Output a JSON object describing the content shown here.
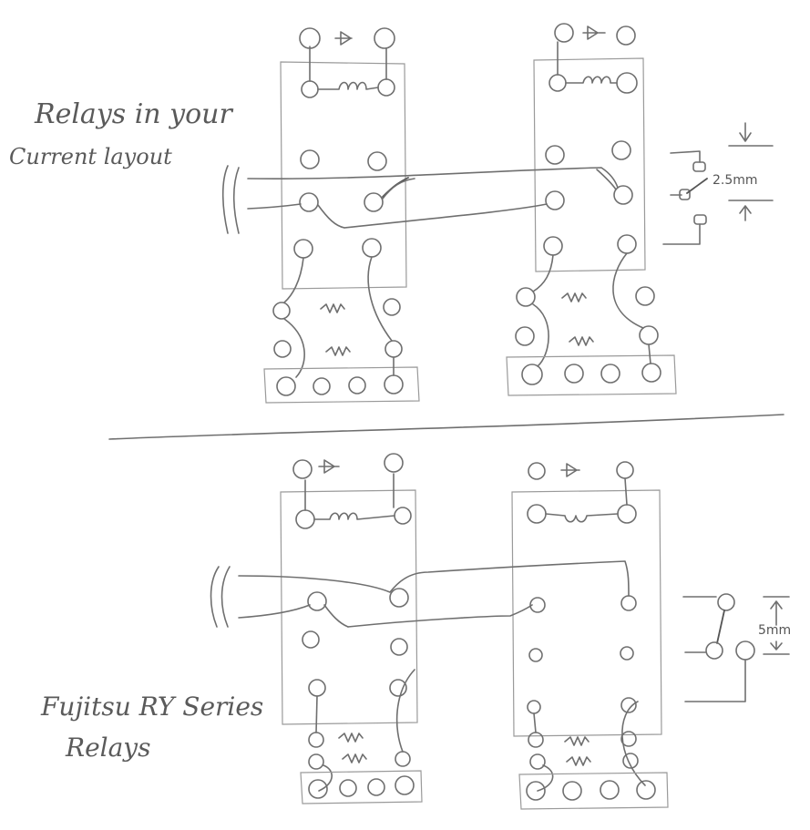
{
  "labels": {
    "top_line1": "Relays in your",
    "top_line2": "Current layout",
    "bottom_line1": "Fujitsu RY Series",
    "bottom_line2": "Relays"
  },
  "dimensions": {
    "top_gap": "2.5mm",
    "bottom_gap": "5mm"
  },
  "colors": {
    "ink": "#6f6f6f",
    "paper": "#ffffff"
  }
}
